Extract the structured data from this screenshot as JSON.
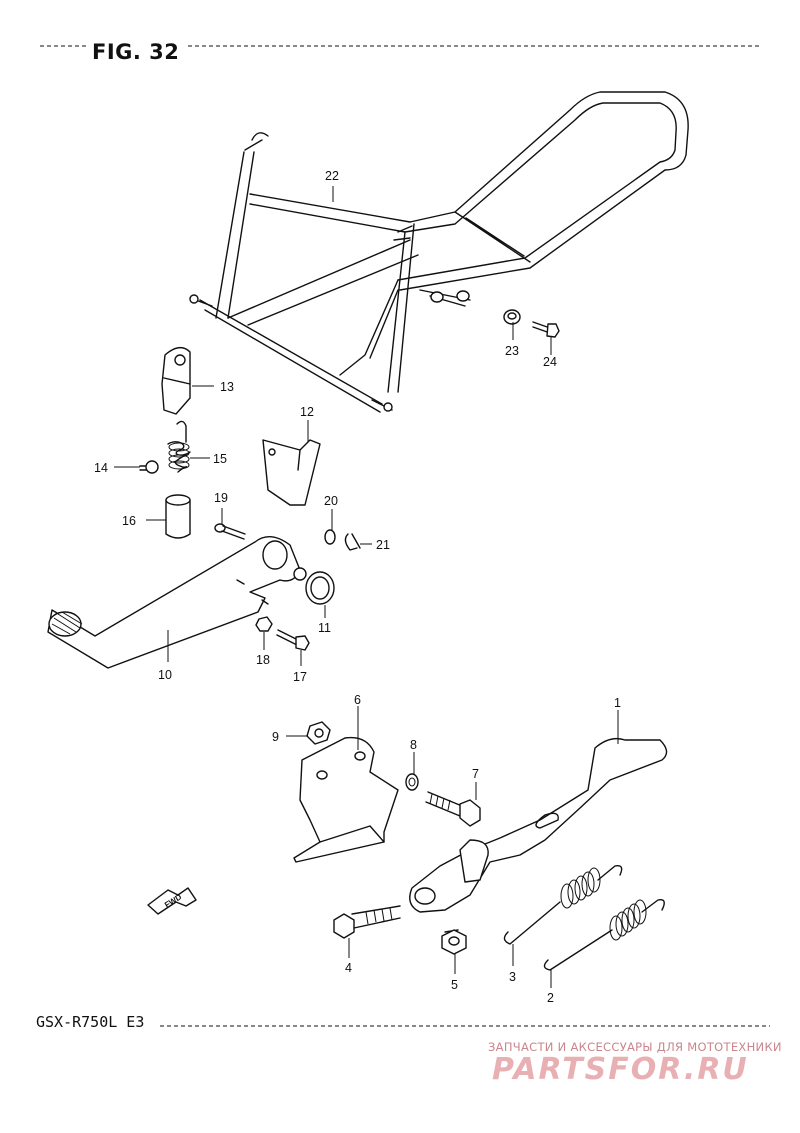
{
  "figure": {
    "title": "FIG. 32"
  },
  "footer": {
    "model": "GSX-R750L  E3"
  },
  "watermark": {
    "tagline": "ЗАПЧАСТИ И АКСЕССУАРЫ ДЛЯ МОТОТЕХНИКИ",
    "logo": "PARTSFOR.RU",
    "color": "#e9b0b4"
  },
  "direction_badge": {
    "label": "FWD",
    "icon": "arrow-icon"
  },
  "callouts": [
    "22",
    "13",
    "12",
    "14",
    "15",
    "16",
    "19",
    "20",
    "21",
    "11",
    "10",
    "18",
    "17",
    "6",
    "9",
    "8",
    "7",
    "1",
    "4",
    "5",
    "3",
    "2",
    "23",
    "24"
  ]
}
